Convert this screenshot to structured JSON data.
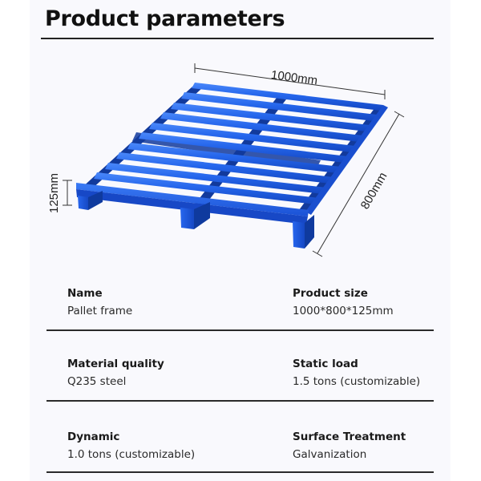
{
  "header": {
    "title": "Product parameters"
  },
  "figure": {
    "subject": "blue steel pallet frame",
    "dimensions": {
      "length_label": "1000mm",
      "width_label": "800mm",
      "height_label": "125mm"
    },
    "colors": {
      "pallet_main": "#1f5fe6",
      "pallet_highlight": "#3d7ef7",
      "pallet_shadow": "#1242b4",
      "dimension_line": "#333333"
    }
  },
  "specs": {
    "rows": [
      {
        "left": {
          "label": "Name",
          "value": "Pallet frame"
        },
        "right": {
          "label": "Product size",
          "value": "1000*800*125mm"
        }
      },
      {
        "left": {
          "label": "Material quality",
          "value": "Q235 steel"
        },
        "right": {
          "label": "Static load",
          "value": "1.5 tons (customizable)"
        }
      },
      {
        "left": {
          "label": "Dynamic",
          "value": "1.0 tons (customizable)"
        },
        "right": {
          "label": "Surface Treatment",
          "value": "Galvanization"
        }
      }
    ]
  }
}
